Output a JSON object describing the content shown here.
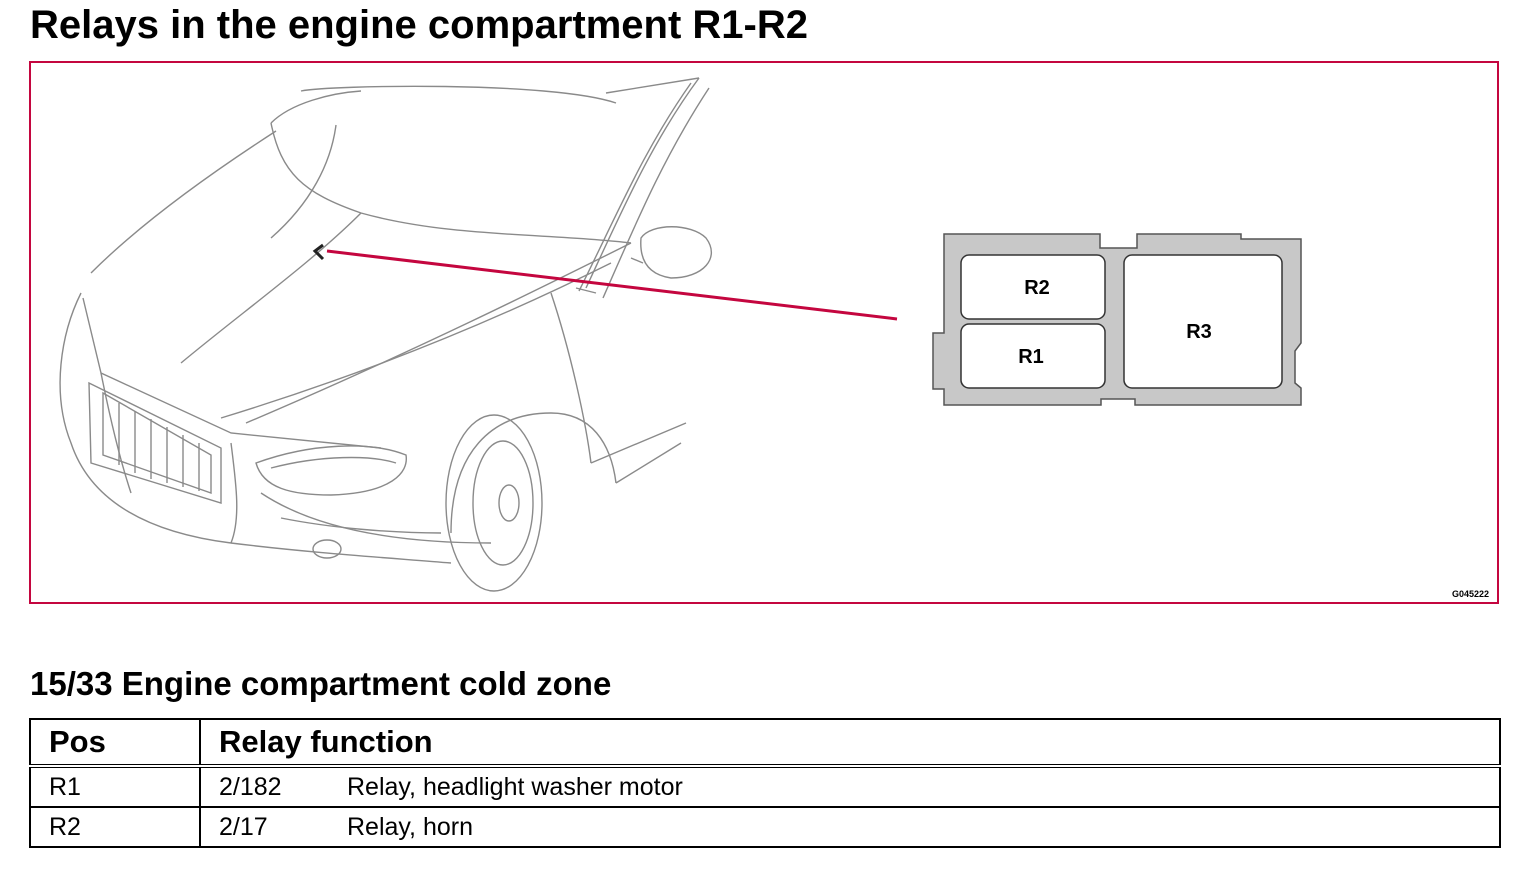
{
  "page": {
    "title": "Relays in the engine compartment R1-R2"
  },
  "figure": {
    "id": "G045222",
    "relay_box": {
      "slots": [
        {
          "label": "R2"
        },
        {
          "label": "R1"
        },
        {
          "label": "R3"
        }
      ]
    },
    "colors": {
      "frame_border": "#c4063f",
      "pointer_line": "#c4063f",
      "relay_box_fill": "#c8c8c8"
    }
  },
  "section": {
    "title": "15/33 Engine compartment cold zone"
  },
  "table": {
    "headers": [
      "Pos",
      "Relay function"
    ],
    "rows": [
      {
        "pos": "R1",
        "code": "2/182",
        "function": "Relay, headlight washer motor"
      },
      {
        "pos": "R2",
        "code": "2/17",
        "function": "Relay, horn"
      }
    ]
  }
}
